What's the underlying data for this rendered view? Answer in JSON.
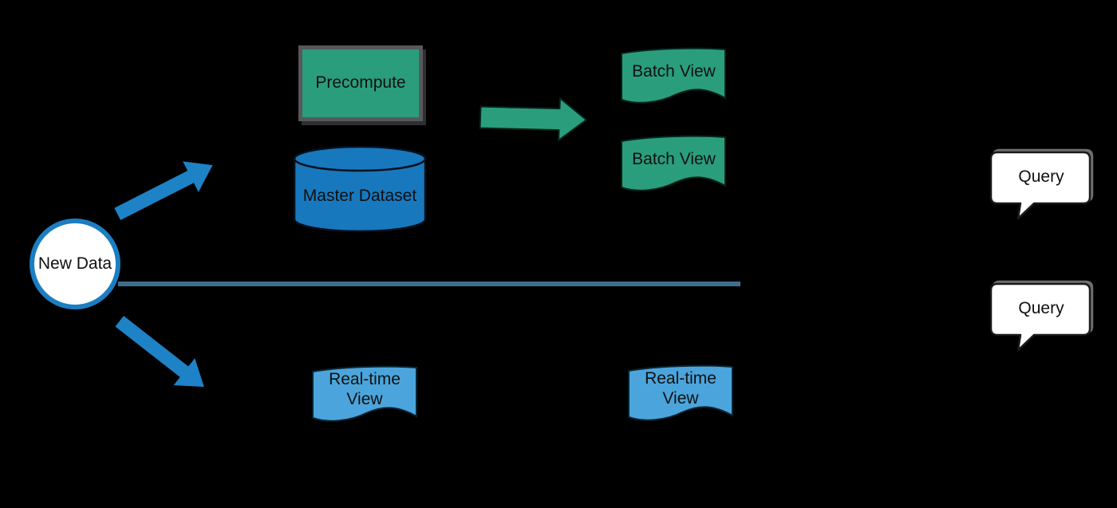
{
  "diagram": {
    "title": "lambda-architecture-flow",
    "background": "#000000",
    "colors": {
      "teal": "#2A9E7C",
      "blue": "#1878BE",
      "arrow_blue": "#1E82C6",
      "light_blue": "#4BA5DC",
      "divider": "#3F6F8E",
      "bubble_fill": "#FFFFFF",
      "shadow_grey": "#57585A",
      "outline": "#0B0B0B",
      "text": "#101010"
    },
    "nodes": {
      "new_data": {
        "label": "New Data"
      },
      "precompute": {
        "label": "Precompute"
      },
      "master_dataset": {
        "label": "Master Dataset"
      },
      "batch_view_1": {
        "label": "Batch View"
      },
      "batch_view_2": {
        "label": "Batch View"
      },
      "realtime_view_1": {
        "label": "Real-time View"
      },
      "realtime_view_2": {
        "label": "Real-time View"
      },
      "query_1": {
        "label": "Query"
      },
      "query_2": {
        "label": "Query"
      }
    },
    "connectors": {
      "to_batch_layer": "new-data to master-dataset (blue arrow up-right)",
      "to_speed_layer": "new-data to real-time views (blue arrow down-right)",
      "precompute_to_batch_views": "green arrow right"
    }
  }
}
